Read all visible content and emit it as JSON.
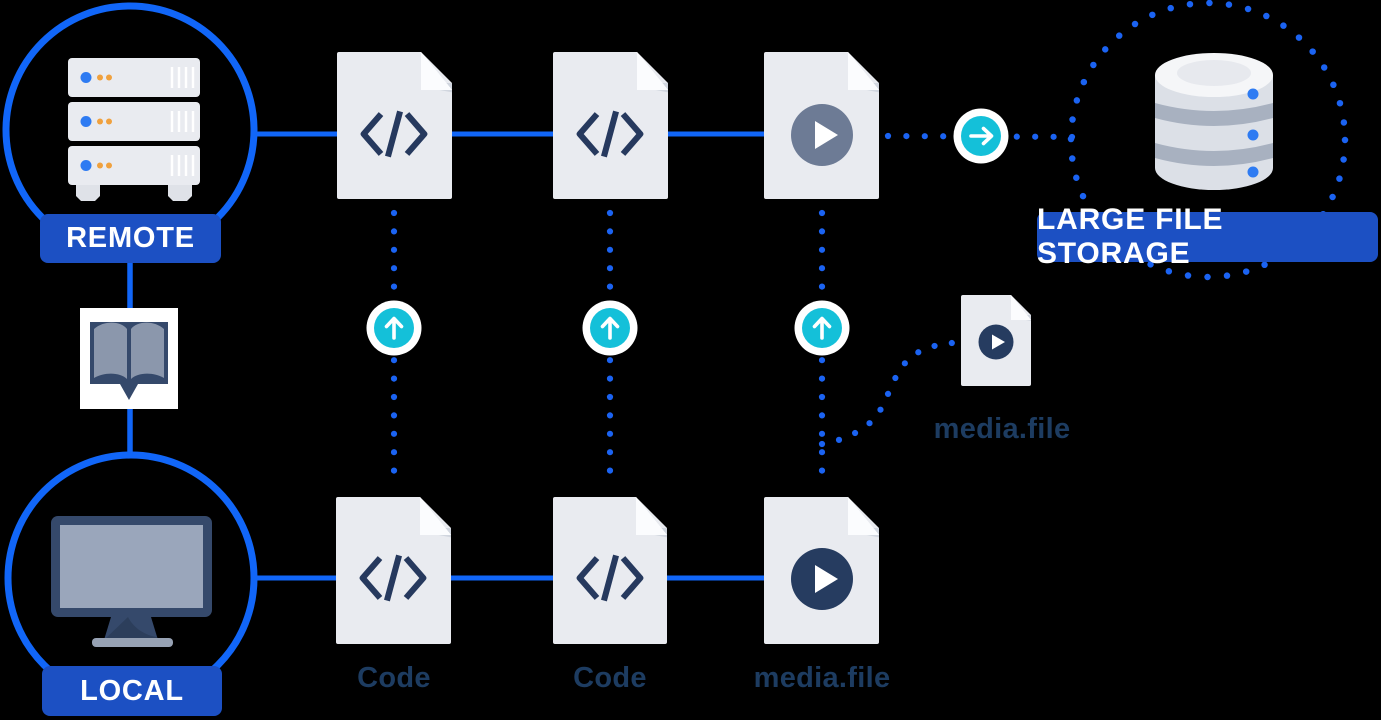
{
  "diagram": {
    "badges": {
      "remote": "REMOTE",
      "local": "LOCAL",
      "large_file_storage": "LARGE FILE STORAGE"
    },
    "labels": {
      "code_left": "Code",
      "code_right": "Code",
      "media_main": "media.file",
      "media_pointer": "media.file"
    },
    "icons": {
      "server-icon": "stacked-server-rack",
      "monitor-icon": "desktop-monitor",
      "database-icon": "database-cylinder",
      "book-icon": "open-book",
      "code-file-icon": "</>",
      "media-file-icon": "play-circle-file",
      "upload-arrow-icon": "↑",
      "transfer-arrow-icon": "→"
    },
    "colors": {
      "background": "#000000",
      "line_blue": "#1166f8",
      "dot_blue": "#1b63f2",
      "badge_blue": "#1c50c3",
      "teal": "#14c0d9",
      "file_gray": "#e9ebf0",
      "glyph_navy": "#26395e",
      "play_gray_blue": "#6d7b95",
      "icon_navy": "#35496b",
      "screen_gray": "#9aa6bb",
      "label_navy": "#1d3c61",
      "accent_dot_blue": "#2e7bf2",
      "accent_dot_orange": "#f0a13e"
    }
  }
}
